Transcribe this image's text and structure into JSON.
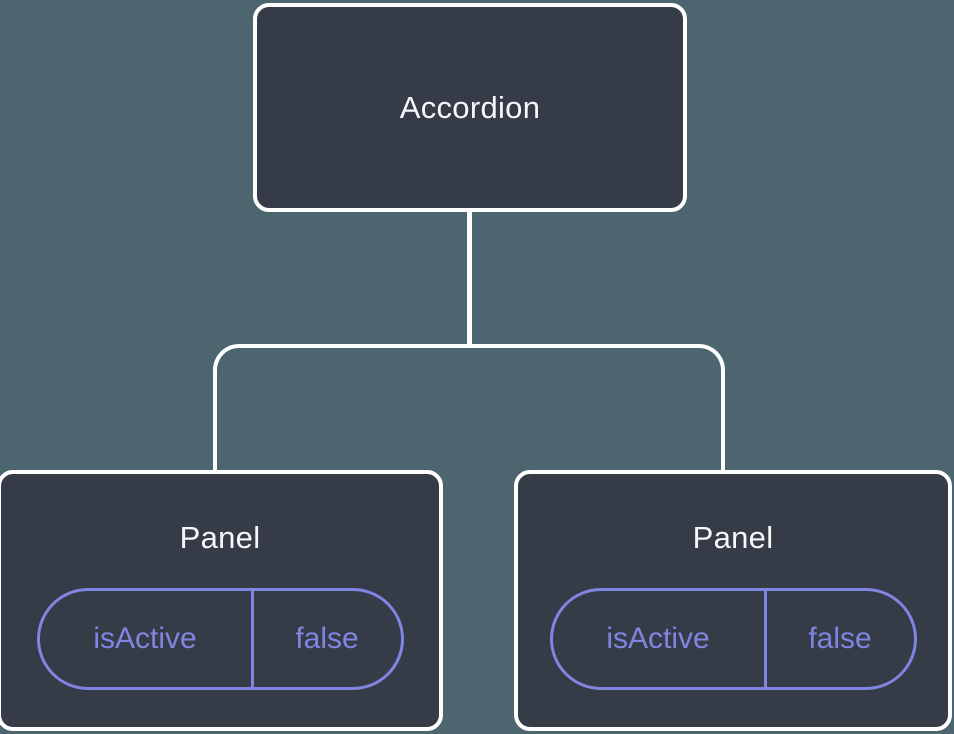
{
  "diagram": {
    "type": "component-tree",
    "root": {
      "label": "Accordion"
    },
    "panels": [
      {
        "title": "Panel",
        "state_key": "isActive",
        "state_value": "false"
      },
      {
        "title": "Panel",
        "state_key": "isActive",
        "state_value": "false"
      }
    ],
    "colors": {
      "background": "#4d656e",
      "node_fill": "#353b47",
      "node_border": "#ffffff",
      "node_text": "#f5f7fa",
      "state_accent": "#8085e2"
    }
  }
}
